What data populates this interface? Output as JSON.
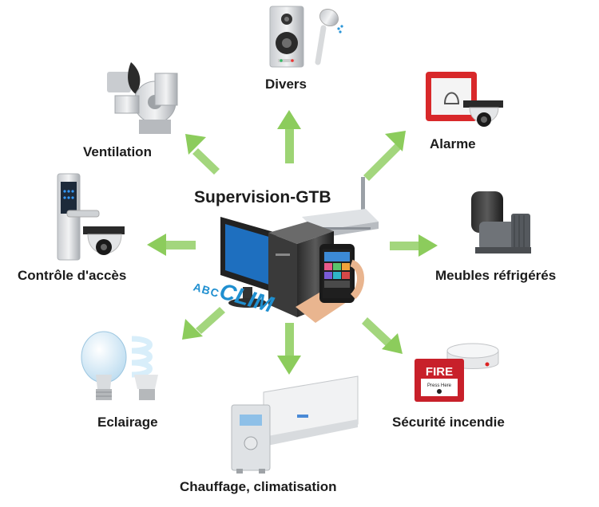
{
  "center": {
    "title": "Supervision-GTB",
    "brand_prefix": "ABC",
    "brand_main": "CLIM"
  },
  "nodes": [
    {
      "key": "divers",
      "label": "Divers",
      "icon": "speaker-shower-icon"
    },
    {
      "key": "alarme",
      "label": "Alarme",
      "icon": "alarm-camera-icon"
    },
    {
      "key": "meubles",
      "label": "Meubles réfrigérés",
      "icon": "compressor-icon"
    },
    {
      "key": "securite",
      "label": "Sécurité incendie",
      "icon": "fire-alarm-icon"
    },
    {
      "key": "chauffage",
      "label": "Chauffage, climatisation",
      "icon": "ac-unit-icon"
    },
    {
      "key": "eclairage",
      "label": "Eclairage",
      "icon": "light-bulbs-icon"
    },
    {
      "key": "controle",
      "label": "Contrôle d'accès",
      "icon": "door-lock-camera-icon"
    },
    {
      "key": "ventilation",
      "label": "Ventilation",
      "icon": "fan-duct-icon"
    }
  ],
  "icons": {
    "fire_sign": "FIRE",
    "fire_sign_sub": "Press Here"
  },
  "colors": {
    "arrow": "#8ccc5c",
    "monitor_screen": "#1e6fbf",
    "fire_red": "#c8202a",
    "alarm_red": "#d8282a"
  }
}
